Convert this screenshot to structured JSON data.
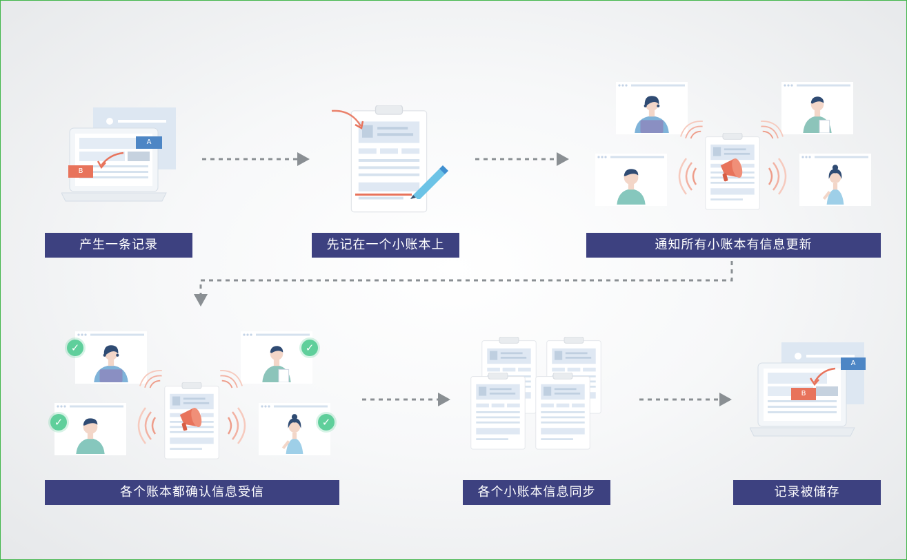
{
  "steps": [
    {
      "label": "产生一条记录"
    },
    {
      "label": "先记在一个小账本上"
    },
    {
      "label": "通知所有小账本有信息更新"
    },
    {
      "label": "各个账本都确认信息受信"
    },
    {
      "label": "各个小账本信息同步"
    },
    {
      "label": "记录被储存"
    }
  ],
  "record_tags": {
    "a": "A",
    "b": "B"
  },
  "icons": {
    "check": "check-icon",
    "megaphone": "megaphone-icon",
    "pen": "pen-icon",
    "laptop": "laptop-icon",
    "clipboard": "clipboard-icon",
    "person": "person-icon"
  },
  "colors": {
    "label_bg": "#3d4180",
    "accent": "#e8735b",
    "check": "#5fcf9b",
    "arrow": "#8a8f93",
    "blue": "#4d86c5"
  }
}
